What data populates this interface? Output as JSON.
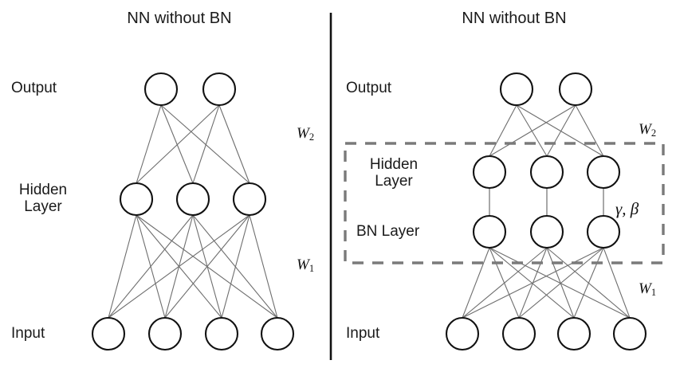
{
  "figure": {
    "type": "diagram",
    "subject": "neural-network-batch-normalization-comparison",
    "background": "#ffffff",
    "node_stroke": "#111111",
    "edge_stroke": "#6e6e6e",
    "dash_stroke": "#7a7a7a",
    "divider_stroke": "#111111"
  },
  "left_panel": {
    "title": "NN without BN",
    "labels": {
      "output": "Output",
      "hidden_line1": "Hidden",
      "hidden_line2": "Layer",
      "input": "Input"
    },
    "weights": {
      "w2": "W",
      "w2_sub": "2",
      "w1": "W",
      "w1_sub": "1"
    },
    "layers": [
      {
        "name": "output",
        "count": 2
      },
      {
        "name": "hidden",
        "count": 3
      },
      {
        "name": "input",
        "count": 4
      }
    ]
  },
  "right_panel": {
    "title": "NN without BN",
    "labels": {
      "output": "Output",
      "hidden_line1": "Hidden",
      "hidden_line2": "Layer",
      "bn": "BN Layer",
      "input": "Input"
    },
    "weights": {
      "w2": "W",
      "w2_sub": "2",
      "w1": "W",
      "w1_sub": "1"
    },
    "bn_params": "γ, β",
    "layers": [
      {
        "name": "output",
        "count": 2
      },
      {
        "name": "hidden",
        "count": 3
      },
      {
        "name": "bn",
        "count": 3
      },
      {
        "name": "input",
        "count": 4
      }
    ],
    "dashed_box": {
      "encloses": [
        "hidden",
        "bn"
      ]
    }
  }
}
